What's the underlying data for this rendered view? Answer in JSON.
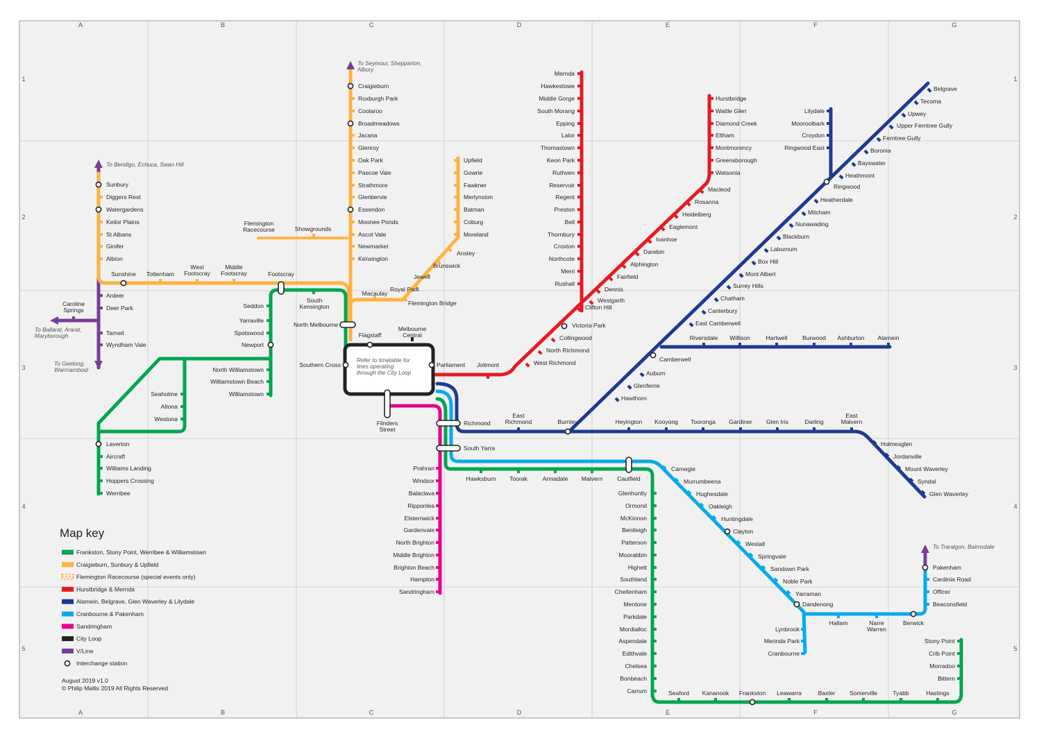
{
  "grid": {
    "col_labels": [
      "A",
      "B",
      "C",
      "D",
      "E",
      "F",
      "G"
    ],
    "row_labels": [
      "1",
      "2",
      "3",
      "4",
      "5"
    ]
  },
  "colors": {
    "frankston": "#00a650",
    "craigieburn": "#ffb23f",
    "flemington": "#ffb23f",
    "hurstbridge": "#e41b23",
    "alamein": "#1f3a93",
    "cranbourne": "#08aaeb",
    "sandringham": "#e6008c",
    "cityloop": "#222222",
    "vline": "#7a3d9a"
  },
  "notes": {
    "seymour": "To Seymour, Shepparton, Albury",
    "bendigo": "To Bendigo, Echuca, Swan Hill",
    "ballarat": "To Ballarat, Ararat, Maryborough",
    "geelong": "To Geelong, Warrnambool",
    "traralgon": "To Traralgon, Bairnsdale",
    "city_loop": "Refer to timetable for lines operating through the City Loop"
  },
  "stations": {
    "craigieburn": [
      "Craigieburn",
      "Roxburgh Park",
      "Coolaroo",
      "Broadmeadows",
      "Jacana",
      "Glenroy",
      "Oak Park",
      "Pascoe Vale",
      "Strathmore",
      "Glenbervie",
      "Essendon",
      "Moonee Ponds",
      "Ascot Vale",
      "Newmarket",
      "Kensington"
    ],
    "upfield": [
      "Upfield",
      "Gowrie",
      "Fawkner",
      "Merlynston",
      "Batman",
      "Coburg",
      "Moreland",
      "Anstey",
      "Brunswick",
      "Jewell",
      "Royal Park",
      "Flemington Bridge",
      "Macaulay"
    ],
    "sunbury": [
      "Sunbury",
      "Diggers Rest",
      "Watergardens",
      "Keilor Plains",
      "St Albans",
      "Ginifer",
      "Albion"
    ],
    "sunbury_east": [
      "Sunshine",
      "Tottenham",
      "West Footscray",
      "Middle Footscray",
      "Footscray"
    ],
    "flemington": [
      "Flemington Racecourse",
      "Showgrounds"
    ],
    "vline_west": [
      "Ardeer",
      "Deer Park",
      "Caroline Springs",
      "Tarneit",
      "Wyndham Vale"
    ],
    "werribee": [
      "Seddon",
      "Yarraville",
      "Spotswood",
      "Newport",
      "North Williamstown",
      "Williamstown Beach",
      "Williamstown",
      "Seaholme",
      "Altona",
      "Westona",
      "Laverton",
      "Aircraft",
      "Williams Landing",
      "Hoppers Crossing",
      "Werribee",
      "South Kensington"
    ],
    "city": [
      "North Melbourne",
      "Flagstaff",
      "Melbourne Central",
      "Parliament",
      "Southern Cross",
      "Flinders Street",
      "Richmond",
      "South Yarra",
      "Jolimont"
    ],
    "mernda": [
      "Mernda",
      "Hawkestowe",
      "Middle Gorge",
      "South Morang",
      "Epping",
      "Lalor",
      "Thomastown",
      "Keon Park",
      "Ruthven",
      "Reservoir",
      "Regent",
      "Preston",
      "Bell",
      "Thornbury",
      "Croxton",
      "Northcote",
      "Merri",
      "Rushall"
    ],
    "hurstbridge": [
      "Hurstbridge",
      "Wattle Glen",
      "Diamond Creek",
      "Eltham",
      "Montmorency",
      "Greensborough",
      "Watsonia",
      "Macleod",
      "Rosanna",
      "Heidelberg",
      "Eaglemont",
      "Ivanhoe",
      "Darebin",
      "Alphington",
      "Fairfield",
      "Dennis",
      "Westgarth",
      "Clifton Hill",
      "Victoria Park",
      "Collingwood",
      "North Richmond",
      "West Richmond"
    ],
    "belgrave": [
      "Belgrave",
      "Tecoma",
      "Upwey",
      "Upper Ferntree Gully",
      "Ferntree Gully",
      "Boronia",
      "Bayswater",
      "Heathmont",
      "Ringwood",
      "Heatherdale",
      "Mitcham",
      "Nunawading",
      "Blackburn",
      "Laburnum",
      "Box Hill",
      "Mont Albert",
      "Surrey Hills",
      "Chatham",
      "Canterbury",
      "East Camberwell",
      "Camberwell",
      "Auburn",
      "Glenferrie",
      "Hawthorn"
    ],
    "lilydale": [
      "Lilydale",
      "Mooroolbark",
      "Croydon",
      "Ringwood East"
    ],
    "alamein": [
      "Riversdale",
      "Willison",
      "Hartwell",
      "Burwood",
      "Ashburton",
      "Alamein"
    ],
    "glen_waverley": [
      "East Richmond",
      "Burnley",
      "Heyington",
      "Kooyong",
      "Tooronga",
      "Gardiner",
      "Glen Iris",
      "Darling",
      "East Malvern",
      "Holmesglen",
      "Jordanville",
      "Mount Waverley",
      "Syndal",
      "Glen Waverley"
    ],
    "sandringham": [
      "Prahran",
      "Windsor",
      "Balaclava",
      "Ripponlea",
      "Elsternwick",
      "Gardenvale",
      "North Brighton",
      "Middle Brighton",
      "Brighton Beach",
      "Hampton",
      "Sandringham"
    ],
    "south_east": [
      "Hawksburn",
      "Toorak",
      "Armadale",
      "Malvern",
      "Caulfield"
    ],
    "cranbourne": [
      "Carnegie",
      "Murrumbeena",
      "Hughesdale",
      "Oakleigh",
      "Huntingdale",
      "Clayton",
      "Westall",
      "Springvale",
      "Sandown Park",
      "Noble Park",
      "Yarraman",
      "Dandenong",
      "Lynbrook",
      "Merinda Park",
      "Cranbourne",
      "Hallam",
      "Narre Warren",
      "Berwick",
      "Beaconsfield",
      "Officer",
      "Cardinia Road",
      "Pakenham"
    ],
    "frankston": [
      "Glenhuntly",
      "Ormond",
      "McKinnon",
      "Bentleigh",
      "Patterson",
      "Moorabbin",
      "Highett",
      "Southland",
      "Cheltenham",
      "Mentone",
      "Parkdale",
      "Mordialloc",
      "Aspendale",
      "Edithvale",
      "Chelsea",
      "Bonbeach",
      "Carrum",
      "Seaford",
      "Kananook",
      "Frankston"
    ],
    "stony_point": [
      "Leawarra",
      "Baxter",
      "Somerville",
      "Tyabb",
      "Hastings",
      "Bittern",
      "Morradoo",
      "Crib Point",
      "Stony Point"
    ]
  },
  "key": {
    "title": "Map key",
    "items": [
      {
        "label": "Frankston, Stony Point, Werribee & Williamstown",
        "color": "#00a650",
        "style": "solid"
      },
      {
        "label": "Craigieburn, Sunbury & Upfield",
        "color": "#ffb23f",
        "style": "solid"
      },
      {
        "label": "Flemington Racecourse (special events only)",
        "color": "#ffb23f",
        "style": "dashed"
      },
      {
        "label": "Hurstbridge & Mernda",
        "color": "#e41b23",
        "style": "solid"
      },
      {
        "label": "Alamein, Belgrave, Glen Waverley & Lilydale",
        "color": "#1f3a93",
        "style": "solid"
      },
      {
        "label": "Cranbourne & Pakenham",
        "color": "#08aaeb",
        "style": "solid"
      },
      {
        "label": "Sandringham",
        "color": "#e6008c",
        "style": "solid"
      },
      {
        "label": "City Loop",
        "color": "#222222",
        "style": "solid"
      },
      {
        "label": "V/Line",
        "color": "#7a3d9a",
        "style": "solid"
      },
      {
        "label": "Interchange station",
        "color": "#222222",
        "style": "circle"
      }
    ],
    "version": "August 2019 v1.0",
    "copyright": "© Philip Mallis 2019 All Rights Reserved"
  }
}
